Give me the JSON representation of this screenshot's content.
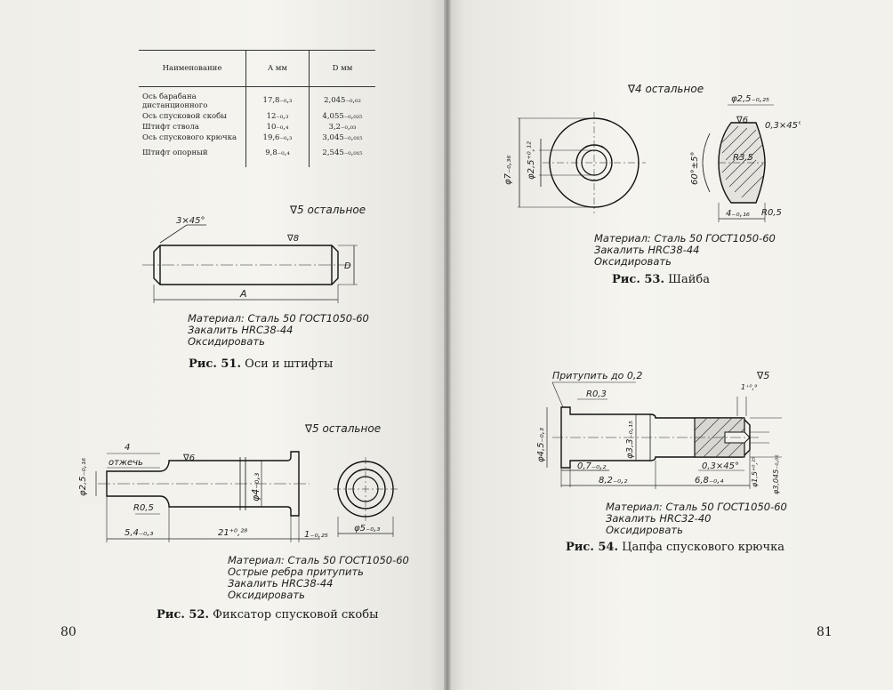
{
  "pages": {
    "left_number": "80",
    "right_number": "81"
  },
  "fig51": {
    "table": {
      "headers": [
        "Наименование",
        "A мм",
        "D мм"
      ],
      "rows": [
        {
          "name": "Ось барабана дистанционного",
          "a": "17,8₋₀,₃",
          "d": "2,045₋₀,₀₂"
        },
        {
          "name": "Ось спусковой скобы",
          "a": "12₋₀,₃",
          "d": "4,055₋₀,₀₂₅"
        },
        {
          "name": "Штифт ствола",
          "a": "10₋₀,₄",
          "d": "3,2₋₀,₀₃"
        },
        {
          "name": "Ось спускового крючка",
          "a": "19,6₋₀,₃",
          "d": "3,045₋₀,₀₁₅"
        },
        {
          "name": "Штифт опорный",
          "a": "9,8₋₀,₄",
          "d": "2,545₋₀,₀₁₅"
        }
      ]
    },
    "roughness": "∇5 остальное",
    "chamfer": "3×45°",
    "surface": "∇8",
    "dim_a": "A",
    "dim_d": "D",
    "notes": [
      "Материал: Сталь 50 ГОСТ1050-60",
      "Закалить HRC38-44",
      "Оксидировать"
    ],
    "caption_label": "Рис. 51.",
    "caption_text": "Оси и штифты"
  },
  "fig52": {
    "roughness": "∇5 остальное",
    "dim_4": "4",
    "otjech": "отжечь",
    "surface": "∇6",
    "dia_left": "φ2,5₋₀,₁₆",
    "dia_mid": "φ4₋₀,₃",
    "radius": "R0,5",
    "dim_54": "5,4₋₀,₃",
    "dim_21": "21⁺⁰,²⁸",
    "dim_1": "1₋₀,₂₅",
    "dia_right": "φ5₋₀,₃",
    "notes": [
      "Материал: Сталь 50 ГОСТ1050-60",
      "Острые ребра притупить",
      "Закалить HRC38-44",
      "Оксидировать"
    ],
    "caption_label": "Рис. 52.",
    "caption_text": "Фиксатор спусковой скобы"
  },
  "fig53": {
    "roughness": "∇4 остальное",
    "dia_outer": "φ7₋₀,₃₆",
    "dia_inner": "φ2,5⁺⁰,¹²",
    "dia_top": "φ2,5₋₀,₂₅",
    "surface": "∇6",
    "chamfer": "0,3×45°",
    "radius_in": "R3,5",
    "angle": "60°±5°",
    "radius_out": "R0,5",
    "thickness": "4₋₀,₁₆",
    "notes": [
      "Материал: Сталь 50 ГОСТ1050-60",
      "Закалить HRC38-44",
      "Оксидировать"
    ],
    "caption_label": "Рис. 53.",
    "caption_text": "Шайба"
  },
  "fig54": {
    "pritupit": "Притупить до 0,2",
    "roughness": "∇5",
    "radius": "R0,3",
    "dim_small": "1⁺⁰,⁹",
    "dia_head": "φ4,5₋₀,₃",
    "dia_shaft": "φ3,3₋₀,₁₅",
    "dim_07": "0,7₋₀,₂",
    "chamfer": "0,3×45°",
    "dia_hole": "φ1,5⁺⁰,²⁵",
    "dia_end": "φ3,045₋₀,₀₆",
    "dim_82": "8,2₋₀,₂",
    "dim_68": "6,8₋₀,₄",
    "notes": [
      "Материал: Сталь 50 ГОСТ1050-60",
      "Закалить HRC32-40",
      "Оксидировать"
    ],
    "caption_label": "Рис. 54.",
    "caption_text": "Цапфа спускового крючка"
  }
}
